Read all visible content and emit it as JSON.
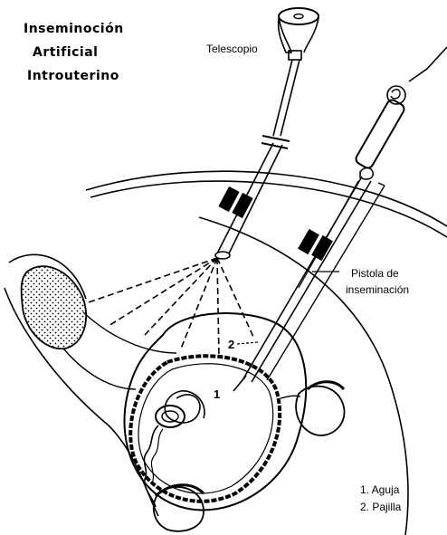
{
  "title": {
    "line1": "Inseminoción",
    "line2": "Artificial",
    "line3": "Introuterino"
  },
  "labels": {
    "telescope": "Telescopio",
    "gun_line1": "Pistola de",
    "gun_line2": "inseminación",
    "marker_1": "1",
    "marker_2": "2"
  },
  "legend": {
    "item1": "1. Aguja",
    "item2": "2. Pajilla"
  }
}
